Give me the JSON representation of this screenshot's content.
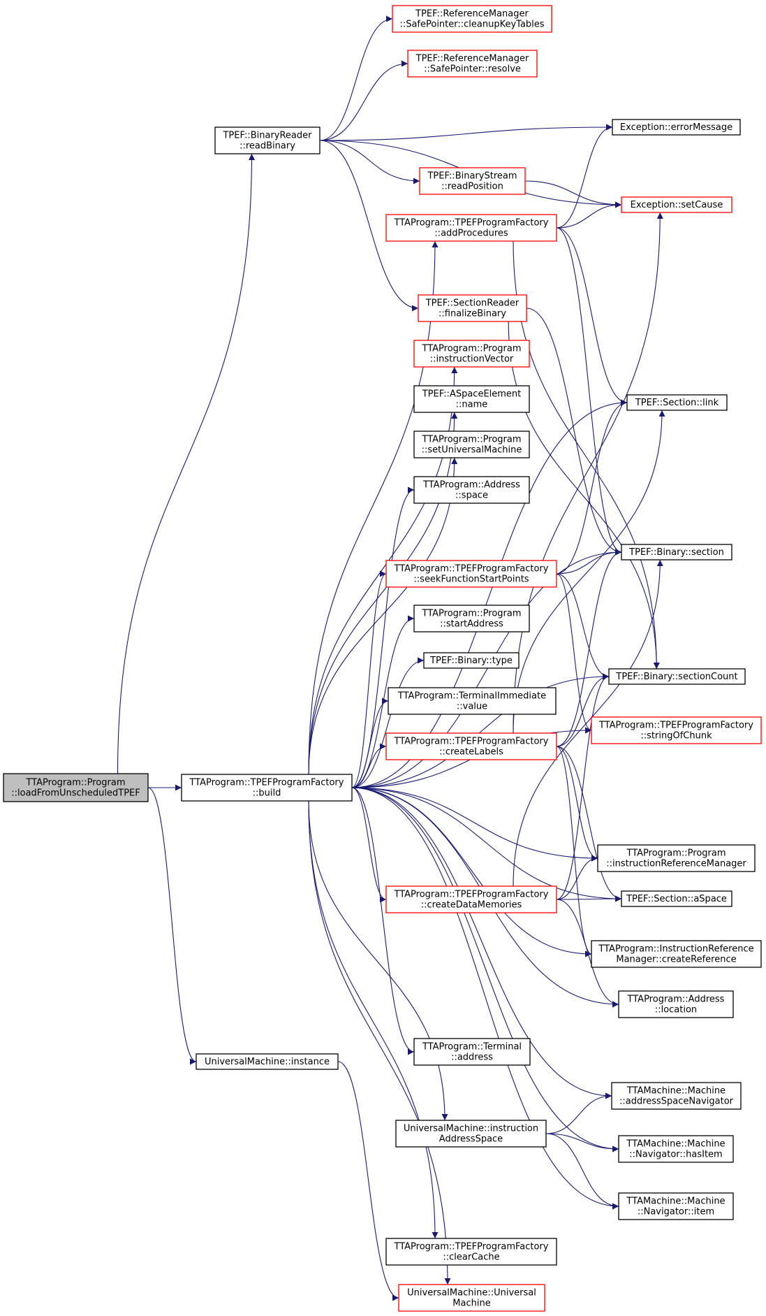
{
  "colors": {
    "edge": "#191970",
    "box_normal_border": "#000000",
    "box_truncated_border": "#ff0000",
    "box_root_fill": "#bfbfbf",
    "box_fill": "#ffffff"
  },
  "nodes": {
    "root": {
      "lines": [
        "TTAProgram::Program",
        "::loadFromUnscheduledTPEF"
      ],
      "style": "root"
    },
    "build": {
      "lines": [
        "TTAProgram::TPEFProgramFactory",
        "::build"
      ],
      "style": "normal"
    },
    "readBinary": {
      "lines": [
        "TPEF::BinaryReader",
        "::readBinary"
      ],
      "style": "normal"
    },
    "umInstance": {
      "lines": [
        "UniversalMachine::instance"
      ],
      "style": "normal"
    },
    "cleanupKeyTables": {
      "lines": [
        "TPEF::ReferenceManager",
        "::SafePointer::cleanupKeyTables"
      ],
      "style": "red"
    },
    "resolve": {
      "lines": [
        "TPEF::ReferenceManager",
        "::SafePointer::resolve"
      ],
      "style": "red"
    },
    "errorMessage": {
      "lines": [
        "Exception::errorMessage"
      ],
      "style": "normal"
    },
    "readPosition": {
      "lines": [
        "TPEF::BinaryStream",
        "::readPosition"
      ],
      "style": "red"
    },
    "setCause": {
      "lines": [
        "Exception::setCause"
      ],
      "style": "red"
    },
    "addProcedures": {
      "lines": [
        "TTAProgram::TPEFProgramFactory",
        "::addProcedures"
      ],
      "style": "red"
    },
    "finalizeBinary": {
      "lines": [
        "TPEF::SectionReader",
        "::finalizeBinary"
      ],
      "style": "red"
    },
    "instructionVector": {
      "lines": [
        "TTAProgram::Program",
        "::instructionVector"
      ],
      "style": "red"
    },
    "aspaceName": {
      "lines": [
        "TPEF::ASpaceElement",
        "::name"
      ],
      "style": "normal"
    },
    "setUniversalMachine": {
      "lines": [
        "TTAProgram::Program",
        "::setUniversalMachine"
      ],
      "style": "normal"
    },
    "addressSpace": {
      "lines": [
        "TTAProgram::Address",
        "::space"
      ],
      "style": "normal"
    },
    "sectionLink": {
      "lines": [
        "TPEF::Section::link"
      ],
      "style": "normal"
    },
    "binarySection": {
      "lines": [
        "TPEF::Binary::section"
      ],
      "style": "normal"
    },
    "seekFunctionStartPoints": {
      "lines": [
        "TTAProgram::TPEFProgramFactory",
        "::seekFunctionStartPoints"
      ],
      "style": "red"
    },
    "startAddress": {
      "lines": [
        "TTAProgram::Program",
        "::startAddress"
      ],
      "style": "normal"
    },
    "binaryType": {
      "lines": [
        "TPEF::Binary::type"
      ],
      "style": "normal"
    },
    "sectionCount": {
      "lines": [
        "TPEF::Binary::sectionCount"
      ],
      "style": "normal"
    },
    "terminalImmediateValue": {
      "lines": [
        "TTAProgram::TerminalImmediate",
        "::value"
      ],
      "style": "normal"
    },
    "stringOfChunk": {
      "lines": [
        "TTAProgram::TPEFProgramFactory",
        "::stringOfChunk"
      ],
      "style": "red"
    },
    "createLabels": {
      "lines": [
        "TTAProgram::TPEFProgramFactory",
        "::createLabels"
      ],
      "style": "red"
    },
    "instructionReferenceManager": {
      "lines": [
        "TTAProgram::Program",
        "::instructionReferenceManager"
      ],
      "style": "normal"
    },
    "createDataMemories": {
      "lines": [
        "TTAProgram::TPEFProgramFactory",
        "::createDataMemories"
      ],
      "style": "red"
    },
    "sectionASpace": {
      "lines": [
        "TPEF::Section::aSpace"
      ],
      "style": "normal"
    },
    "createReference": {
      "lines": [
        "TTAProgram::InstructionReference",
        "Manager::createReference"
      ],
      "style": "normal"
    },
    "addressLocation": {
      "lines": [
        "TTAProgram::Address",
        "::location"
      ],
      "style": "normal"
    },
    "terminalAddress": {
      "lines": [
        "TTAProgram::Terminal",
        "::address"
      ],
      "style": "normal"
    },
    "addressSpaceNavigator": {
      "lines": [
        "TTAMachine::Machine",
        "::addressSpaceNavigator"
      ],
      "style": "normal"
    },
    "umInstructionAddressSpace": {
      "lines": [
        "UniversalMachine::instruction",
        "AddressSpace"
      ],
      "style": "normal"
    },
    "navigatorHasItem": {
      "lines": [
        "TTAMachine::Machine",
        "::Navigator::hasItem"
      ],
      "style": "normal"
    },
    "navigatorItem": {
      "lines": [
        "TTAMachine::Machine",
        "::Navigator::item"
      ],
      "style": "normal"
    },
    "clearCache": {
      "lines": [
        "TTAProgram::TPEFProgramFactory",
        "::clearCache"
      ],
      "style": "normal"
    },
    "umConstructor": {
      "lines": [
        "UniversalMachine::Universal",
        "Machine"
      ],
      "style": "red"
    }
  },
  "edges": [
    [
      "root",
      "readBinary"
    ],
    [
      "root",
      "build"
    ],
    [
      "root",
      "umInstance"
    ],
    [
      "readBinary",
      "cleanupKeyTables"
    ],
    [
      "readBinary",
      "resolve"
    ],
    [
      "readBinary",
      "errorMessage"
    ],
    [
      "readBinary",
      "readPosition"
    ],
    [
      "readBinary",
      "setCause"
    ],
    [
      "readBinary",
      "finalizeBinary"
    ],
    [
      "readPosition",
      "setCause"
    ],
    [
      "addProcedures",
      "setCause"
    ],
    [
      "addProcedures",
      "errorMessage"
    ],
    [
      "addProcedures",
      "sectionLink"
    ],
    [
      "addProcedures",
      "binarySection"
    ],
    [
      "addProcedures",
      "sectionCount"
    ],
    [
      "finalizeBinary",
      "binarySection"
    ],
    [
      "finalizeBinary",
      "sectionCount"
    ],
    [
      "seekFunctionStartPoints",
      "binarySection"
    ],
    [
      "seekFunctionStartPoints",
      "sectionLink"
    ],
    [
      "seekFunctionStartPoints",
      "sectionCount"
    ],
    [
      "seekFunctionStartPoints",
      "stringOfChunk"
    ],
    [
      "createLabels",
      "setCause"
    ],
    [
      "createLabels",
      "sectionLink"
    ],
    [
      "createLabels",
      "binarySection"
    ],
    [
      "createLabels",
      "sectionCount"
    ],
    [
      "createLabels",
      "instructionReferenceManager"
    ],
    [
      "createLabels",
      "sectionASpace"
    ],
    [
      "createLabels",
      "createReference"
    ],
    [
      "createDataMemories",
      "instructionReferenceManager"
    ],
    [
      "createDataMemories",
      "sectionASpace"
    ],
    [
      "createDataMemories",
      "binarySection"
    ],
    [
      "createDataMemories",
      "sectionCount"
    ],
    [
      "createDataMemories",
      "addressLocation"
    ],
    [
      "umInstructionAddressSpace",
      "addressSpaceNavigator"
    ],
    [
      "umInstructionAddressSpace",
      "navigatorHasItem"
    ],
    [
      "umInstructionAddressSpace",
      "navigatorItem"
    ],
    [
      "umInstance",
      "umConstructor"
    ],
    [
      "build",
      "addProcedures"
    ],
    [
      "build",
      "sectionLink"
    ],
    [
      "build",
      "instructionVector"
    ],
    [
      "build",
      "aspaceName"
    ],
    [
      "build",
      "setUniversalMachine"
    ],
    [
      "build",
      "addressSpace"
    ],
    [
      "build",
      "binarySection"
    ],
    [
      "build",
      "seekFunctionStartPoints"
    ],
    [
      "build",
      "startAddress"
    ],
    [
      "build",
      "binaryType"
    ],
    [
      "build",
      "terminalImmediateValue"
    ],
    [
      "build",
      "createLabels"
    ],
    [
      "build",
      "sectionCount"
    ],
    [
      "build",
      "stringOfChunk"
    ],
    [
      "build",
      "instructionReferenceManager"
    ],
    [
      "build",
      "createDataMemories"
    ],
    [
      "build",
      "sectionASpace"
    ],
    [
      "build",
      "createReference"
    ],
    [
      "build",
      "addressLocation"
    ],
    [
      "build",
      "terminalAddress"
    ],
    [
      "build",
      "addressSpaceNavigator"
    ],
    [
      "build",
      "umInstructionAddressSpace"
    ],
    [
      "build",
      "navigatorHasItem"
    ],
    [
      "build",
      "navigatorItem"
    ],
    [
      "build",
      "clearCache"
    ],
    [
      "build",
      "umConstructor"
    ]
  ]
}
